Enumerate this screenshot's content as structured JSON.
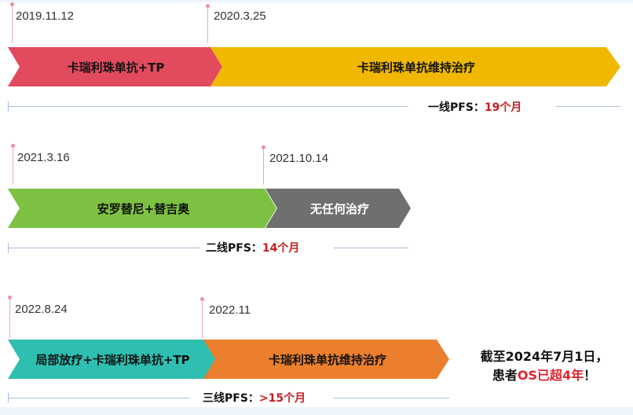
{
  "colors": {
    "red": "#e24a5e",
    "yellow": "#f0b800",
    "green": "#7cc142",
    "gray": "#6f6f6f",
    "teal": "#2ebfb1",
    "orange": "#ec7f2e",
    "accent_text": "#c81e1e"
  },
  "lines": [
    {
      "dates": [
        "2019.11.12",
        "2020.3.25"
      ],
      "phases": [
        "卡瑞利珠单抗+TP",
        "卡瑞利珠单抗维持治疗"
      ],
      "pfs_label": "一线PFS：",
      "pfs_value": "19个月"
    },
    {
      "dates": [
        "2021.3.16",
        "2021.10.14"
      ],
      "phases": [
        "安罗替尼+替吉奥",
        "无任何治疗"
      ],
      "pfs_label": "二线PFS：",
      "pfs_value": "14个月"
    },
    {
      "dates": [
        "2022.8.24",
        "2022.11"
      ],
      "phases": [
        "局部放疗+卡瑞利珠单抗+TP",
        "卡瑞利珠单抗维持治疗"
      ],
      "pfs_label": "三线PFS：",
      "pfs_value": ">15个月"
    }
  ],
  "note": {
    "line1": "截至2024年7月1日，",
    "line2_a": "患者",
    "line2_b": "OS已超4年",
    "line2_c": "！"
  }
}
